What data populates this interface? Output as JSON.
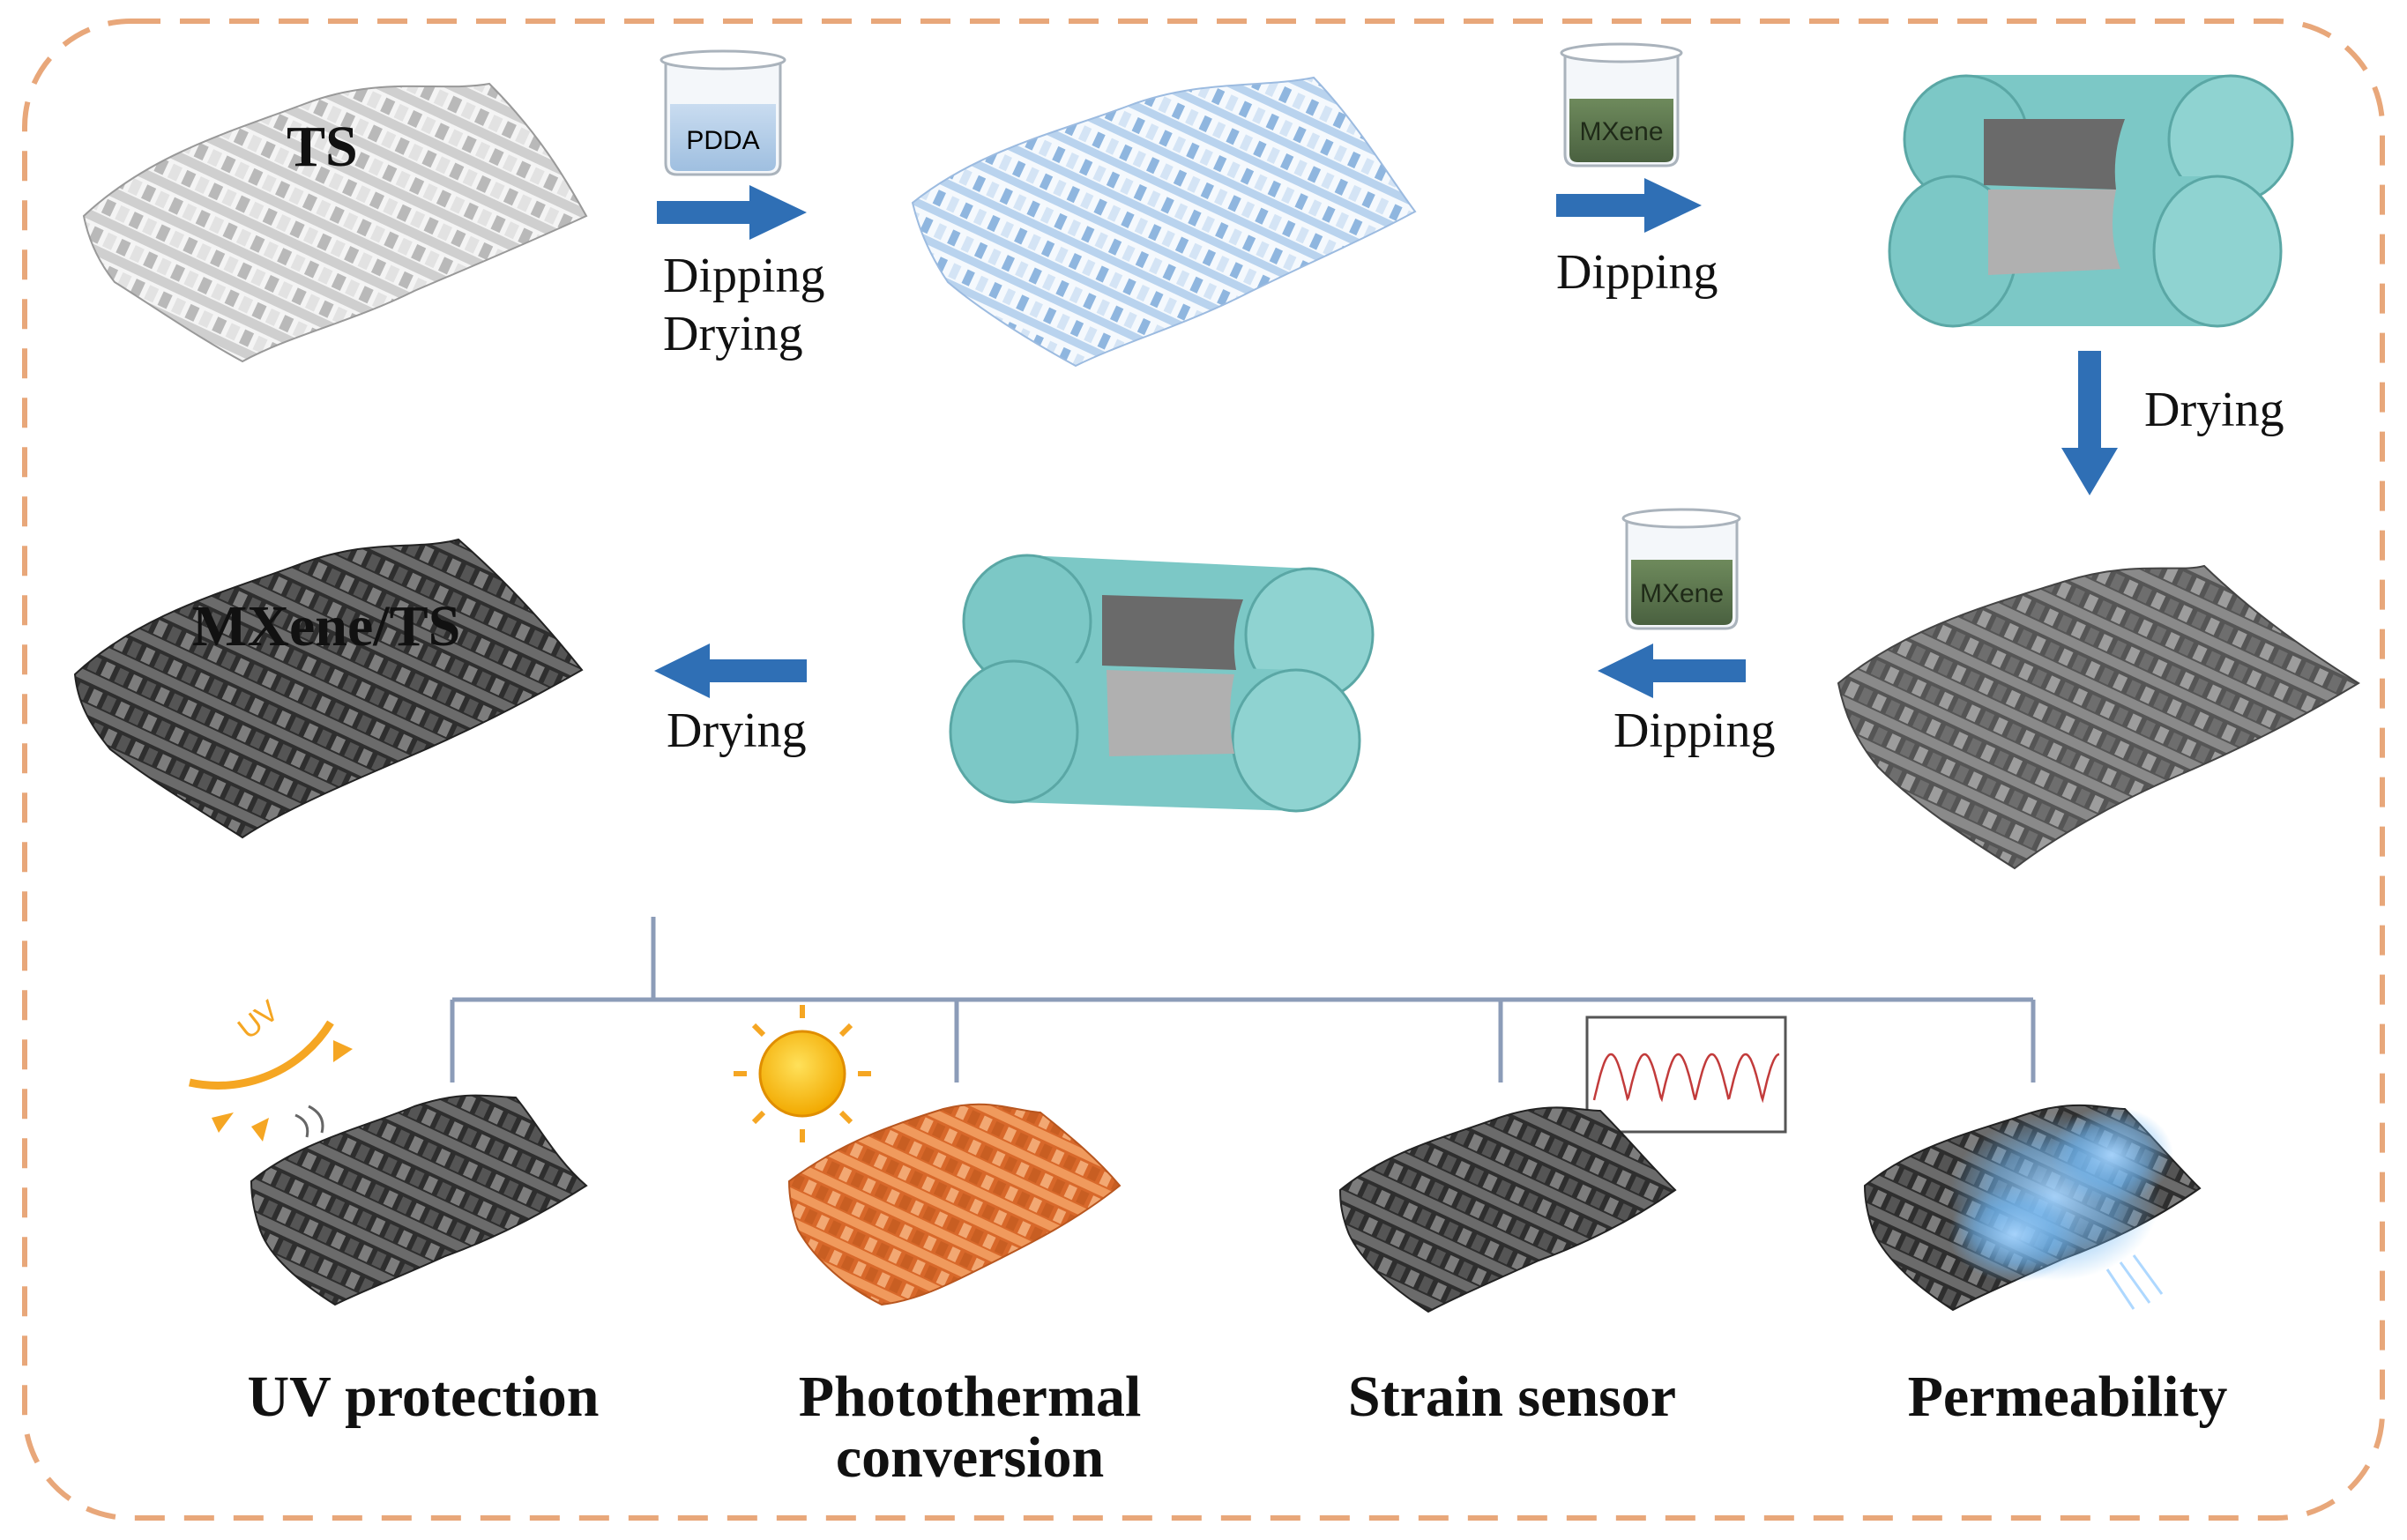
{
  "materials": {
    "ts": "TS",
    "mxene_ts": "MXene/TS"
  },
  "beakers": {
    "pdda": "PDDA",
    "mxene_1": "MXene",
    "mxene_2": "MXene"
  },
  "steps": {
    "pdda_dip": "Dipping",
    "pdda_dry": "Drying",
    "mxene_dip_1": "Dipping",
    "roll_dry": "Drying",
    "mxene_dip_2": "Dipping",
    "final_dry": "Drying"
  },
  "applications": [
    {
      "line1": "UV protection",
      "line2": ""
    },
    {
      "line1": "Photothermal",
      "line2": "conversion"
    },
    {
      "line1": "Strain sensor",
      "line2": ""
    },
    {
      "line1": "Permeability",
      "line2": ""
    }
  ],
  "icons": {
    "uv_badge": "UV"
  },
  "colors": {
    "frame": "#e8a77a",
    "arrow": "#2f6fb5",
    "roller": "#7cc8c6",
    "tree": "#8c9cb8",
    "fabric_white": "#d6d6d6",
    "fabric_pdda": "#9fc3e6",
    "fabric_dark": "#4a4a4a",
    "fabric_orange": "#e0793a",
    "sun": "#f5b800"
  }
}
